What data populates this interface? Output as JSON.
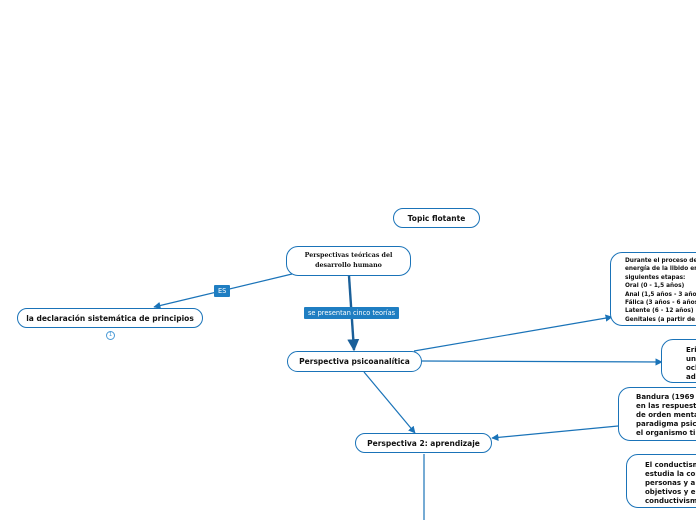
{
  "nodes": {
    "floating_topic": "Topic flotante",
    "central_line1": "Perspectivas teóricas del",
    "central_line2": "desarrollo humano",
    "definition": "la declaración sistemática de principios",
    "psychoanalytic": "Perspectiva psicoanalítica",
    "learning": "Perspectiva 2: aprendizaje",
    "psychoanalytic_detail": [
      "Durante el proceso de d",
      "energía de la libido en l",
      "siguientes etapas:",
      "Oral (0 - 1,5 años)",
      "Anal (1,5 años - 3 años",
      "Fálica (3 años - 6 años)",
      "Latente (6 - 12 años)",
      "Genitales (a partir de lo"
    ],
    "erikson_detail": [
      "Eri",
      "un",
      "och",
      "ado"
    ],
    "bandura_detail": [
      "Bandura (1969",
      "en las respuest",
      "de orden menta",
      "paradigma psic",
      "el organismo ti"
    ],
    "behaviorism_detail": [
      "El conductism",
      "estudia la cor",
      "personas y a",
      "objetivos y e",
      "conductivism"
    ]
  },
  "labels": {
    "es": "ES",
    "five_theories": "se presentan cinco teorías"
  },
  "collapse_count": "1"
}
